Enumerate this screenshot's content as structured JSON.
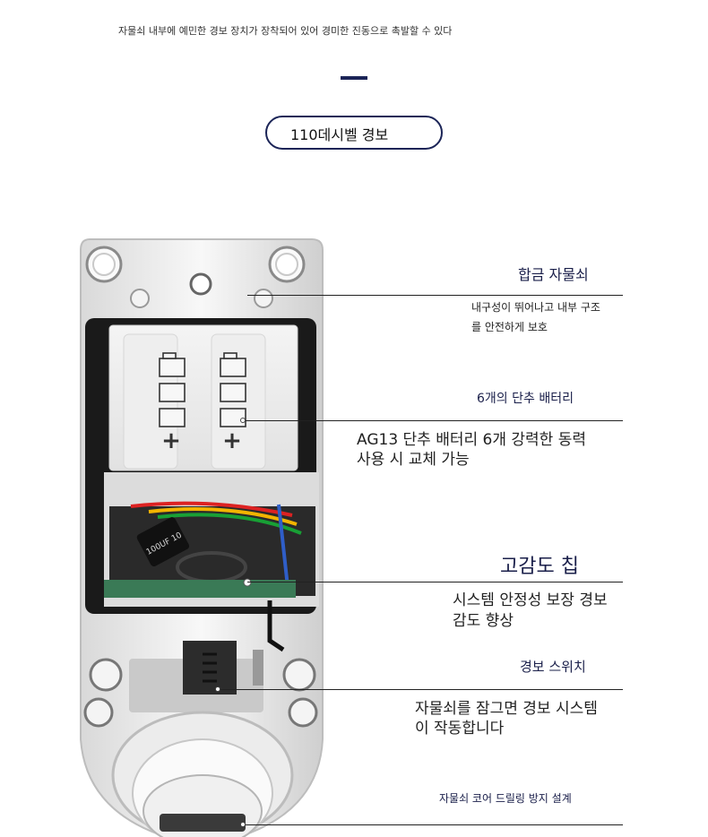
{
  "header": {
    "title": "",
    "subtitle": "자물쇠 내부에 예민한 경보 장치가 장착되어 있어 경미한 진동으로 촉발할 수 있다",
    "badge": "110데시벨 경보",
    "accent_color": "#1b2457"
  },
  "callouts": [
    {
      "heading": "합금 자물쇠",
      "lines": [
        "내구성이 뛰어나고 내부 구조",
        "를 안전하게 보호"
      ]
    },
    {
      "heading": "6개의 단추 배터리",
      "lines": [
        "AG13 단추 배터리 6개 강력한 동력",
        "사용 시 교체 가능"
      ]
    },
    {
      "heading": "고감도 칩",
      "lines": [
        "시스템 안정성 보장 경보",
        " 감도 향상"
      ]
    },
    {
      "heading": "경보 스위치",
      "lines": [
        "자물쇠를 잠그면 경보 시스템",
        "이 작동합니다"
      ]
    },
    {
      "heading": "자물쇠 코어 드릴링 방지 설계",
      "lines": []
    }
  ],
  "device": {
    "plus_sign": "+",
    "capacitor_label": "100UF 10"
  }
}
